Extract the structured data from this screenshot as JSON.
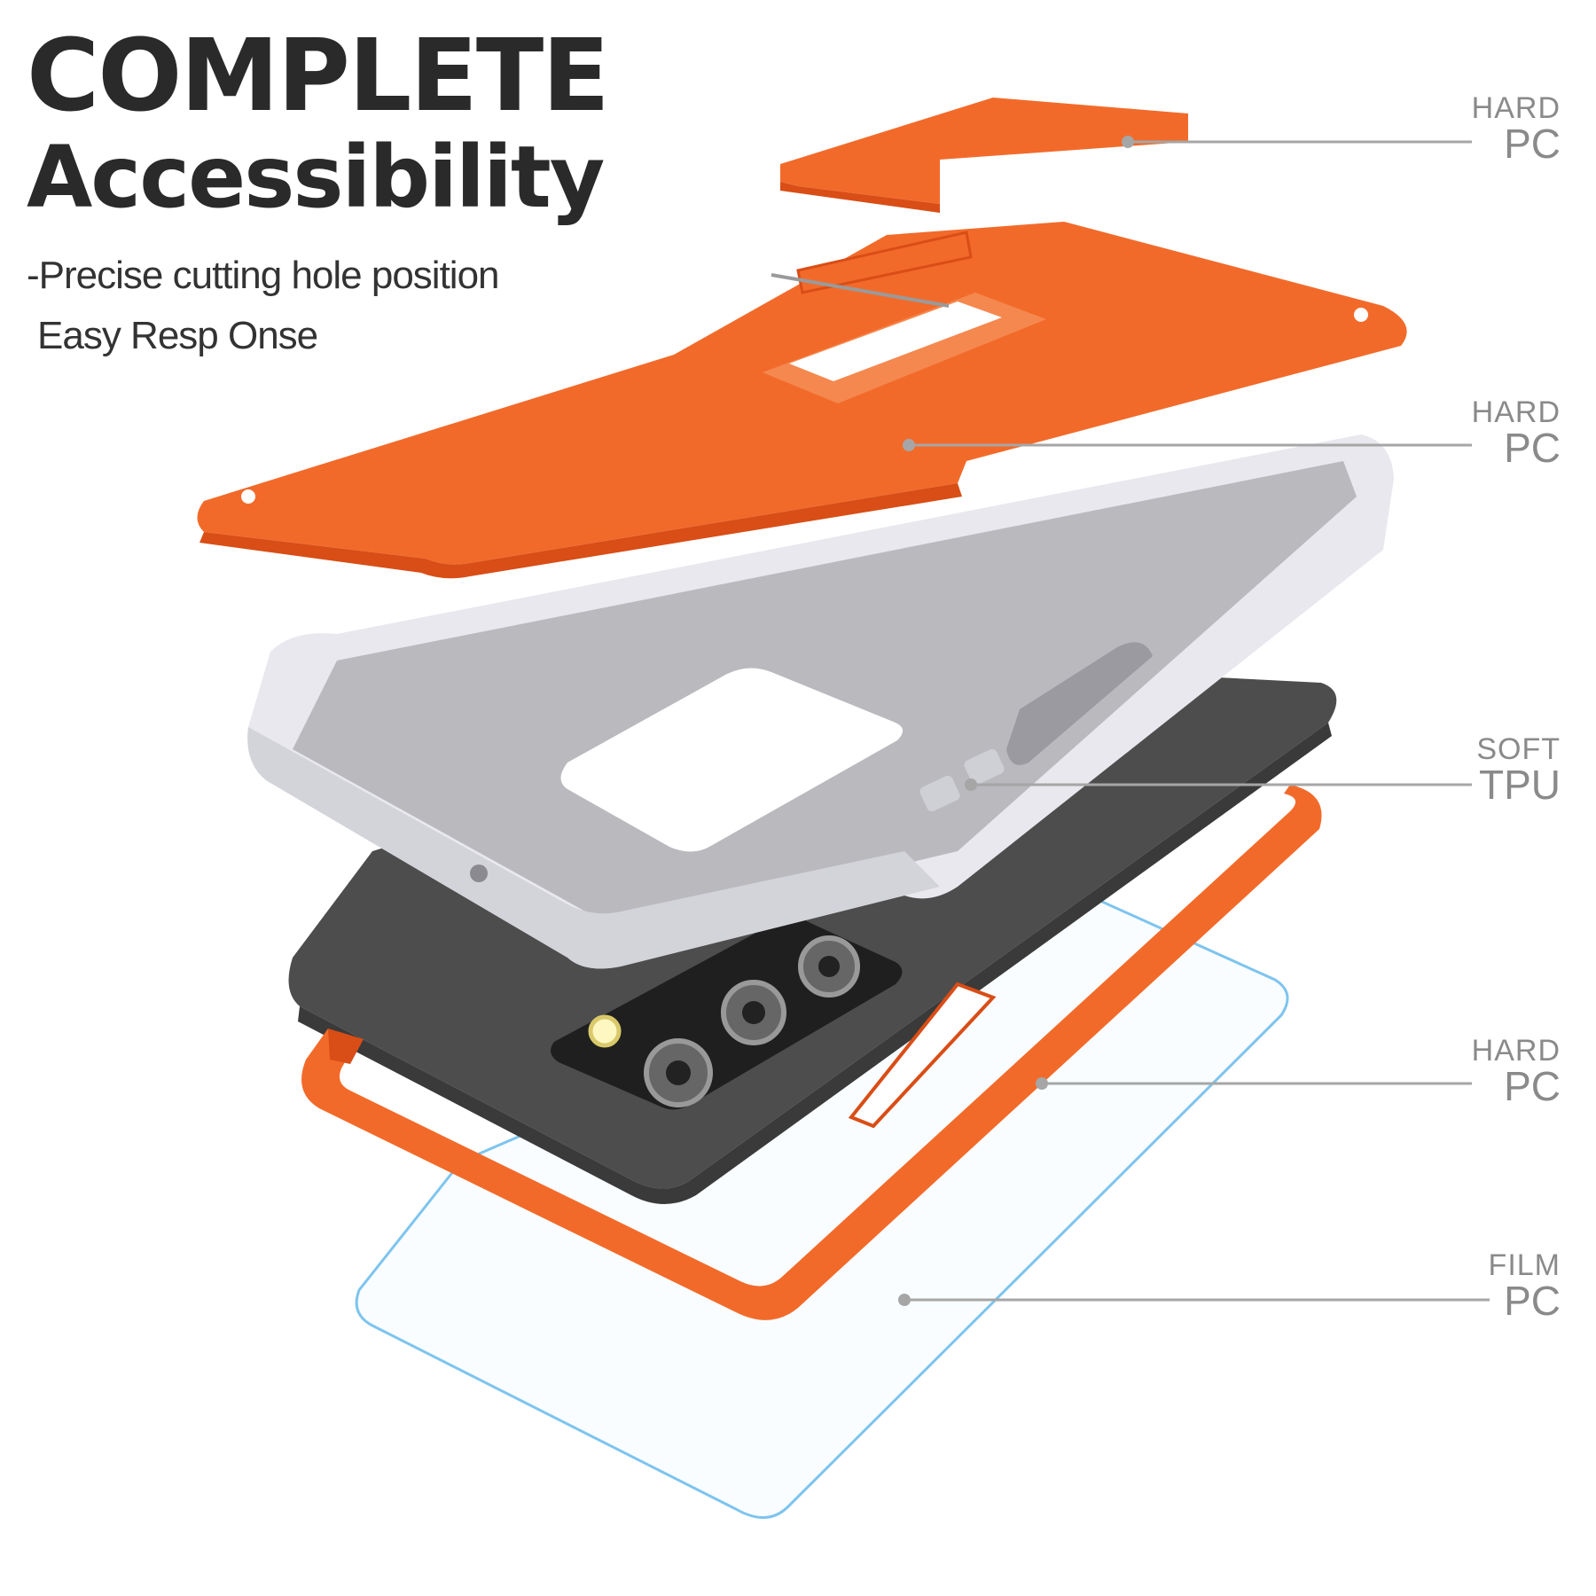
{
  "headline": {
    "title_main": "COMPLETE",
    "title_sub": "Accessibility",
    "bullet_1": "-Precise cutting hole position",
    "bullet_2": "Easy Resp Onse"
  },
  "labels": [
    {
      "line1": "HARD",
      "line2": "PC"
    },
    {
      "line1": "HARD",
      "line2": "PC"
    },
    {
      "line1": "SOFT",
      "line2": "TPU"
    },
    {
      "line1": "HARD",
      "line2": "PC"
    },
    {
      "line1": "FILM",
      "line2": "PC"
    }
  ],
  "colors": {
    "orange": "#f26a2a",
    "orange_dark": "#d94d16",
    "white_frame": "#e8e8ee",
    "phone": "#4d4d4d",
    "film_edge": "#7ec4ee",
    "label_gray": "#8a8a8a",
    "headline": "#2a2a2a"
  }
}
